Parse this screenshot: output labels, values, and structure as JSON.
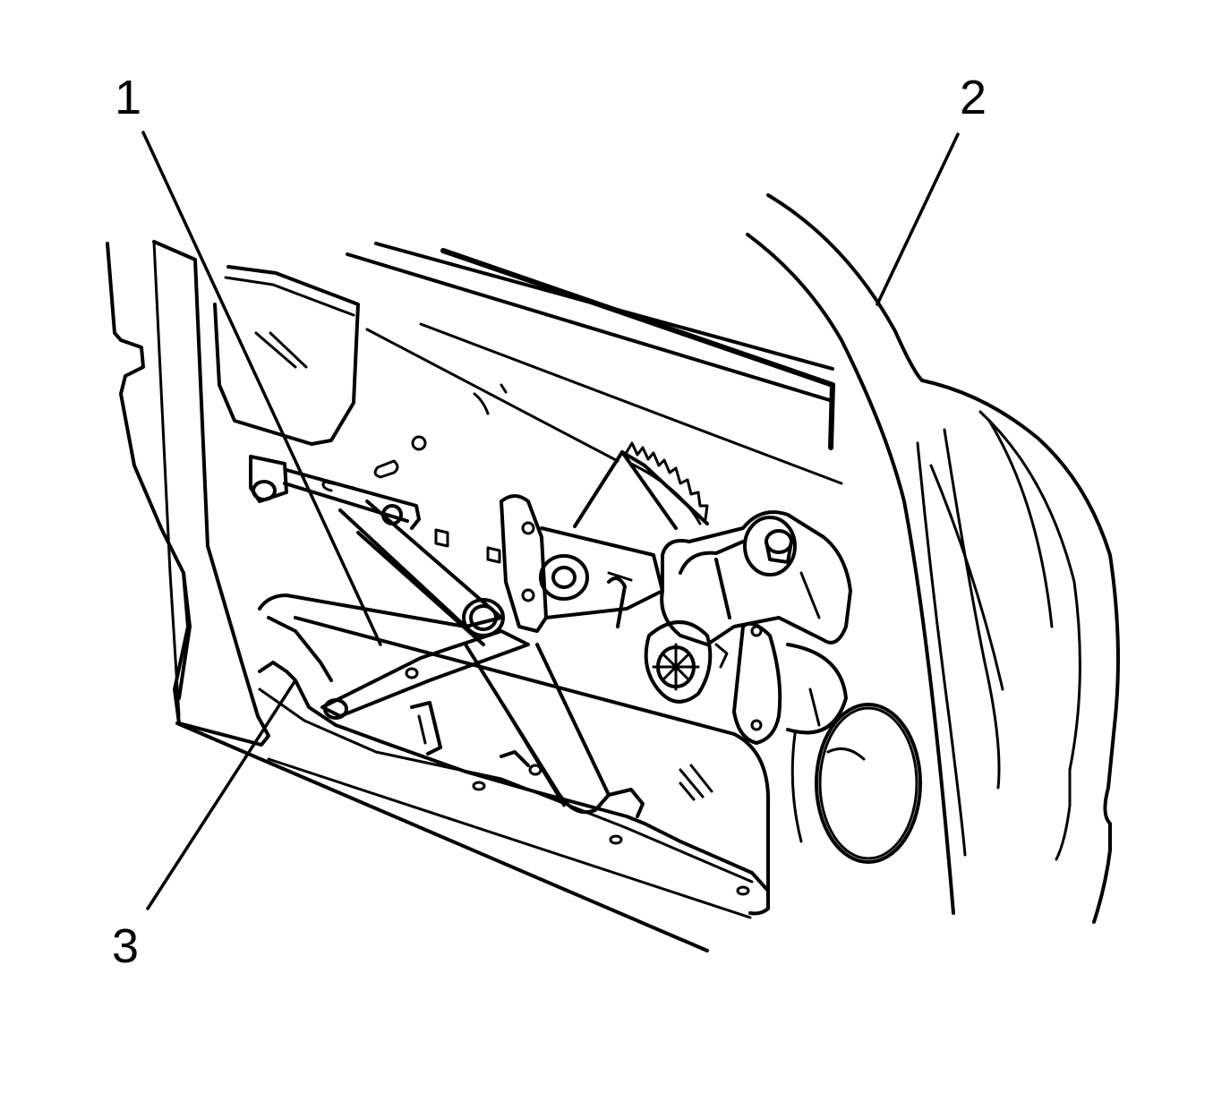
{
  "callouts": [
    {
      "id": "1",
      "label": "1"
    },
    {
      "id": "2",
      "label": "2"
    },
    {
      "id": "3",
      "label": "3"
    }
  ],
  "colors": {
    "ink": "#000000",
    "background": "#ffffff"
  }
}
